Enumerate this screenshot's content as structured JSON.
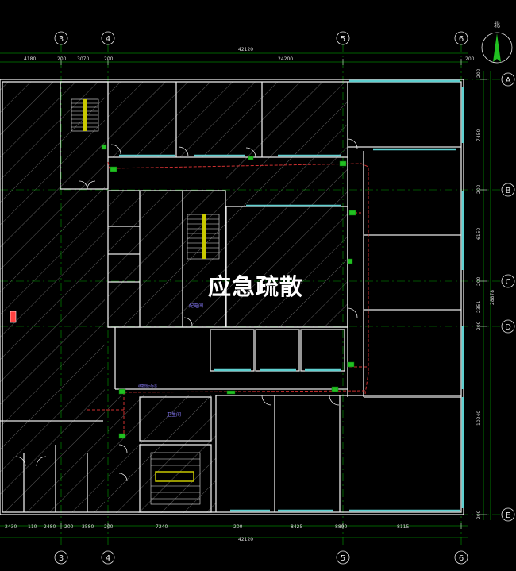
{
  "title": "应急疏散",
  "north_label": "北",
  "axes": {
    "columns_top": [
      "3",
      "4",
      "5",
      "6"
    ],
    "columns_bottom": [
      "3",
      "4",
      "5",
      "6"
    ],
    "rows": [
      "A",
      "B",
      "C",
      "D",
      "E"
    ]
  },
  "dims": {
    "top_overall": "42120",
    "top_segments": [
      "4180",
      "200",
      "3070",
      "200",
      "24200",
      "200"
    ],
    "bottom_overall": "42120",
    "bottom_segments": [
      "2430",
      "110",
      "2480",
      "200",
      "3580",
      "200",
      "7240",
      "200",
      "8425",
      "8800",
      "8115"
    ],
    "right_segments": [
      "200",
      "7450",
      "200",
      "6150",
      "200",
      "2351",
      "200",
      "10240",
      "200"
    ],
    "right_overall": "28878"
  },
  "rooms": {
    "distribution": "配电间",
    "toilet": "卫生间"
  },
  "signs": {
    "route": "疏散指示标志"
  },
  "colors": {
    "background": "#000000",
    "wall": "#e8e8e8",
    "hatch": "#5e5e5e",
    "grid": "#00b400",
    "window": "#5fd0d0",
    "exit_sign": "#21c021",
    "route_line": "#d03030",
    "stair": "#c8c800",
    "annotation": "#8a7cff"
  }
}
